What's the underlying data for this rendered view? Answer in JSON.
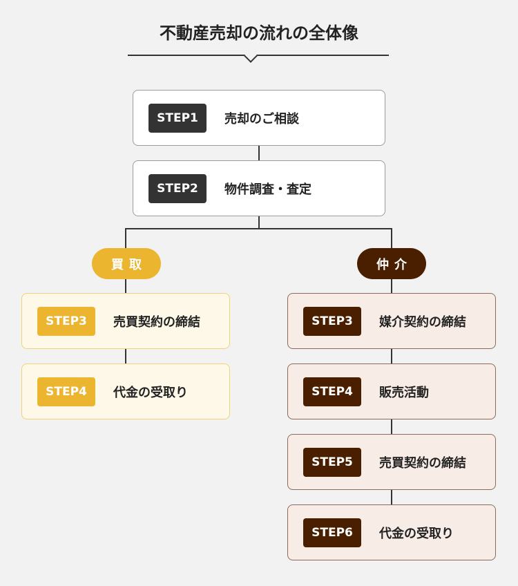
{
  "title": "不動産売却の流れの全体像",
  "colors": {
    "kaitori": "#ecb52f",
    "chukai": "#4a1f00",
    "common": "#333333"
  },
  "common_steps": [
    {
      "step": "STEP1",
      "label": "売却のご相談"
    },
    {
      "step": "STEP2",
      "label": "物件調査・査定"
    }
  ],
  "branches": {
    "kaitori": {
      "label": "買取",
      "steps": [
        {
          "step": "STEP3",
          "label": "売買契約の締結"
        },
        {
          "step": "STEP4",
          "label": "代金の受取り"
        }
      ]
    },
    "chukai": {
      "label": "仲介",
      "steps": [
        {
          "step": "STEP3",
          "label": "媒介契約の締結"
        },
        {
          "step": "STEP4",
          "label": "販売活動"
        },
        {
          "step": "STEP5",
          "label": "売買契約の締結"
        },
        {
          "step": "STEP6",
          "label": "代金の受取り"
        }
      ]
    }
  }
}
